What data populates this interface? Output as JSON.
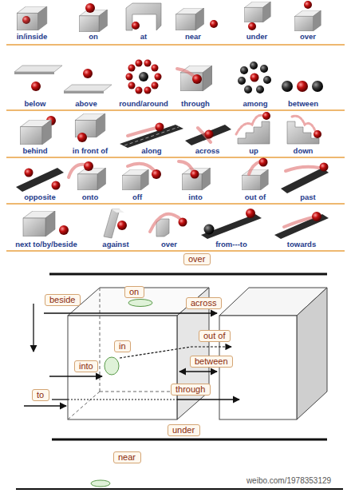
{
  "diagram": {
    "nodes": [
      {
        "text": [
          "over"
        ]
      },
      {
        "text": [
          "on"
        ]
      },
      {
        "text": [
          "beside"
        ]
      },
      {
        "text": [
          "across"
        ]
      },
      {
        "text": [
          "out of"
        ]
      },
      {
        "text": [
          "in"
        ]
      },
      {
        "text": [
          "between"
        ]
      },
      {
        "text": [
          "into"
        ]
      },
      {
        "text": [
          "through"
        ]
      },
      {
        "text": [
          "to"
        ]
      },
      {
        "text": [
          "under"
        ]
      },
      {
        "text": [
          "near"
        ]
      }
    ],
    "labels": [
      "in/inside",
      "on",
      "at",
      "near",
      "under",
      "over",
      "below",
      "above",
      "round/around",
      "through",
      "among",
      "between",
      "behind",
      "in front of",
      "along",
      "across",
      "up",
      "down",
      "opposite",
      "onto",
      "off",
      "into",
      "out of",
      "past",
      "next to/by/beside",
      "against",
      "over",
      "from---to",
      "towards",
      "weibo.com/1978353129"
    ]
  }
}
